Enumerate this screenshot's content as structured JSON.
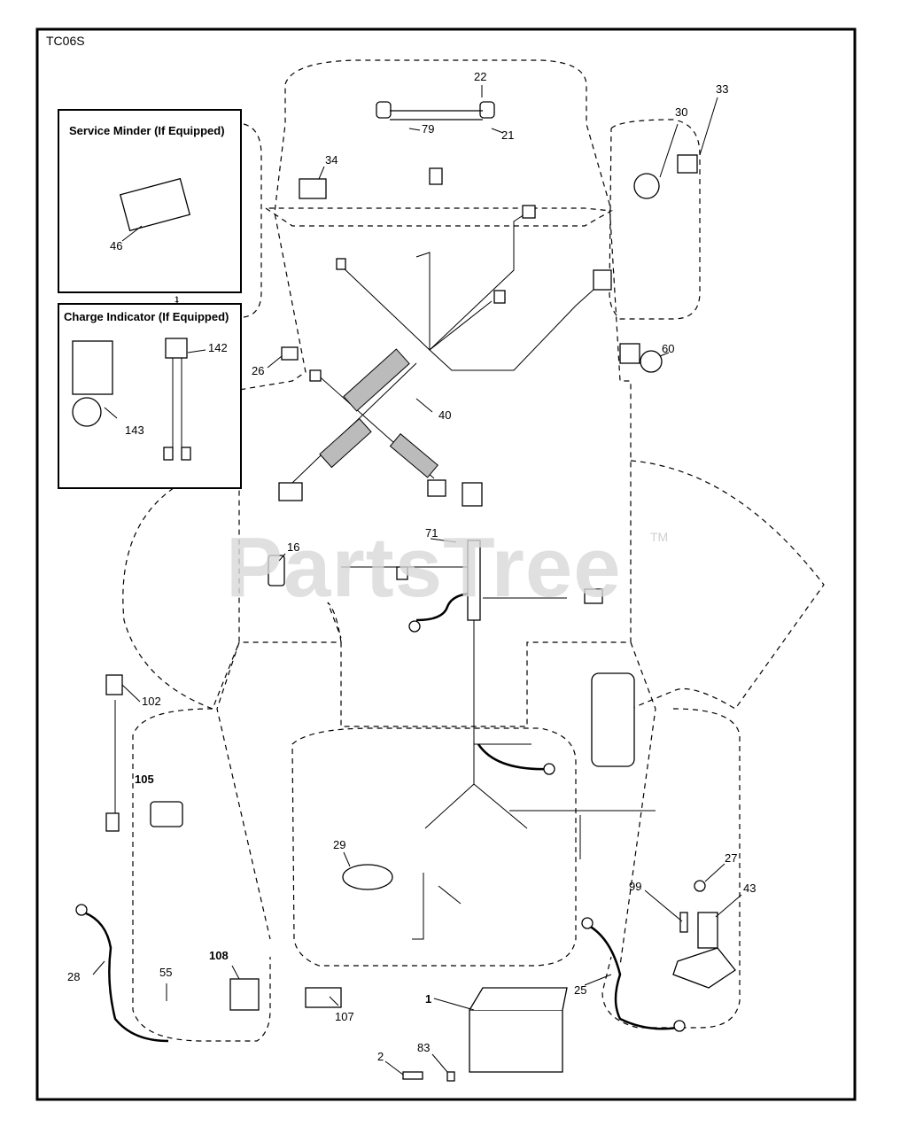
{
  "diagram_code": "TC06S",
  "watermark": {
    "text": "PartsTree",
    "tm": "TM"
  },
  "insets": {
    "service_minder_title": "Service Minder (If Equipped)",
    "charge_indicator_title": "Charge Indicator (If Equipped)",
    "separator_mark": "1"
  },
  "callouts": [
    {
      "id": "1",
      "label": "1",
      "weight": "bold"
    },
    {
      "id": "2",
      "label": "2",
      "weight": "normal"
    },
    {
      "id": "16",
      "label": "16",
      "weight": "normal"
    },
    {
      "id": "21",
      "label": "21",
      "weight": "normal"
    },
    {
      "id": "22",
      "label": "22",
      "weight": "normal"
    },
    {
      "id": "25",
      "label": "25",
      "weight": "normal"
    },
    {
      "id": "26",
      "label": "26",
      "weight": "normal"
    },
    {
      "id": "27",
      "label": "27",
      "weight": "normal"
    },
    {
      "id": "28",
      "label": "28",
      "weight": "normal"
    },
    {
      "id": "29",
      "label": "29",
      "weight": "normal"
    },
    {
      "id": "30",
      "label": "30",
      "weight": "normal"
    },
    {
      "id": "33",
      "label": "33",
      "weight": "normal"
    },
    {
      "id": "34",
      "label": "34",
      "weight": "normal"
    },
    {
      "id": "40",
      "label": "40",
      "weight": "normal"
    },
    {
      "id": "43",
      "label": "43",
      "weight": "normal"
    },
    {
      "id": "46",
      "label": "46",
      "weight": "normal"
    },
    {
      "id": "55",
      "label": "55",
      "weight": "normal"
    },
    {
      "id": "60",
      "label": "60",
      "weight": "normal"
    },
    {
      "id": "71",
      "label": "71",
      "weight": "normal"
    },
    {
      "id": "79",
      "label": "79",
      "weight": "normal"
    },
    {
      "id": "83",
      "label": "83",
      "weight": "normal"
    },
    {
      "id": "99",
      "label": "99",
      "weight": "normal"
    },
    {
      "id": "102",
      "label": "102",
      "weight": "normal"
    },
    {
      "id": "105",
      "label": "105",
      "weight": "bold"
    },
    {
      "id": "107",
      "label": "107",
      "weight": "normal"
    },
    {
      "id": "108",
      "label": "108",
      "weight": "bold"
    },
    {
      "id": "142",
      "label": "142",
      "weight": "normal"
    },
    {
      "id": "143",
      "label": "143",
      "weight": "normal"
    }
  ]
}
